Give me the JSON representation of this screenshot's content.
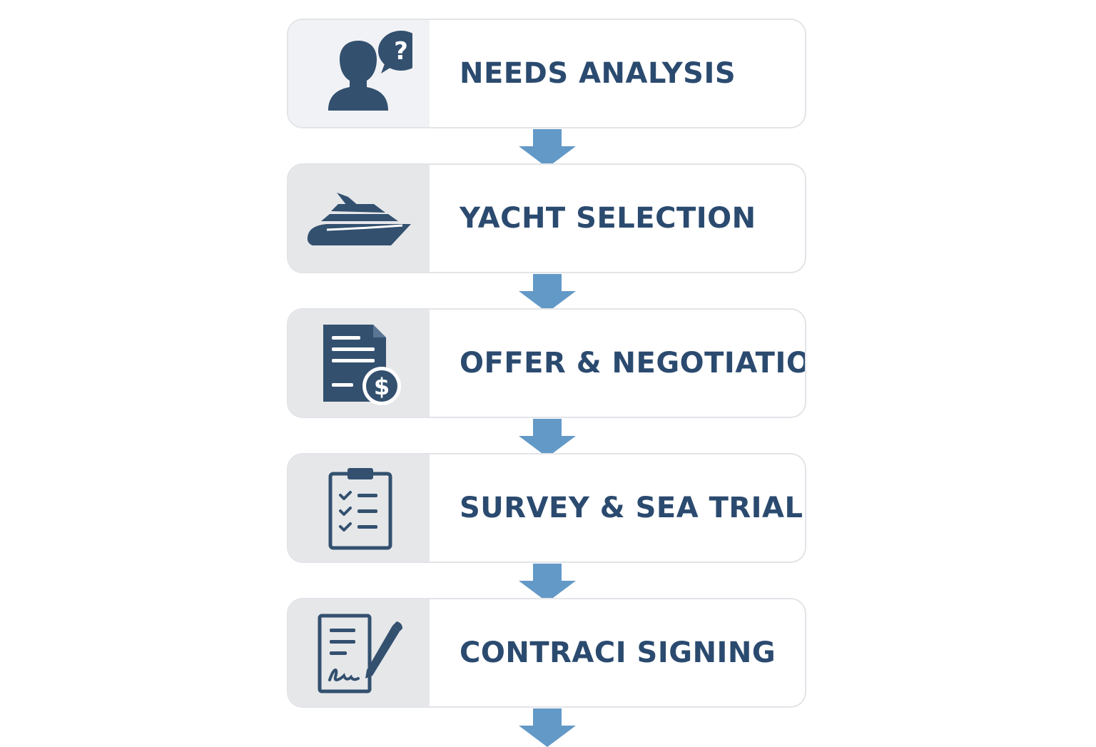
{
  "colors": {
    "text": "#2b4a6f",
    "icon": "#33506f",
    "arrow": "#6399c7",
    "icon_panel": "#e6e7e9",
    "icon_panel_first": "#f1f2f5",
    "border": "#e2e4e8"
  },
  "steps": [
    {
      "label": "NEEDS ANALYSIS",
      "icon": "person-question-icon"
    },
    {
      "label": "YACHT SELECTION",
      "icon": "yacht-icon"
    },
    {
      "label": "OFFER & NEGOTIATION",
      "icon": "document-dollar-icon"
    },
    {
      "label": "SURVEY & SEA TRIAL",
      "icon": "clipboard-checklist-icon"
    },
    {
      "label": "CONTRACI SIGNING",
      "icon": "contract-pen-icon"
    }
  ]
}
